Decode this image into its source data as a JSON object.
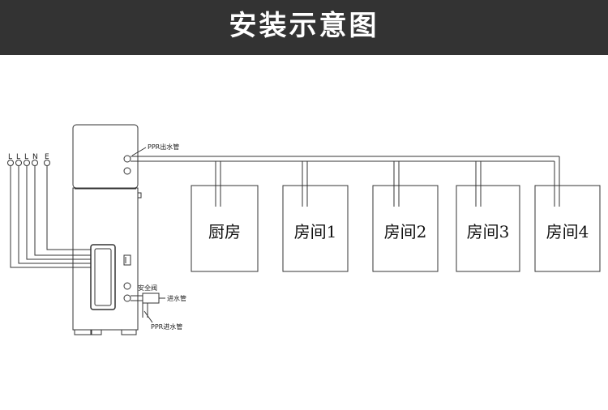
{
  "header": {
    "title": "安装示意图"
  },
  "diagram": {
    "terminals": [
      "L",
      "L",
      "L",
      "N",
      "E"
    ],
    "outlet_pipe_label": "PPR出水管",
    "inlet_pipe_label": "PPR进水管",
    "safety_valve_label": "安全阀",
    "inlet_label": "进水管",
    "rooms": [
      "厨房",
      "房间1",
      "房间2",
      "房间3",
      "房间4"
    ]
  },
  "colors": {
    "header_bg": "#333333",
    "header_text": "#ffffff",
    "line": "#333333"
  }
}
